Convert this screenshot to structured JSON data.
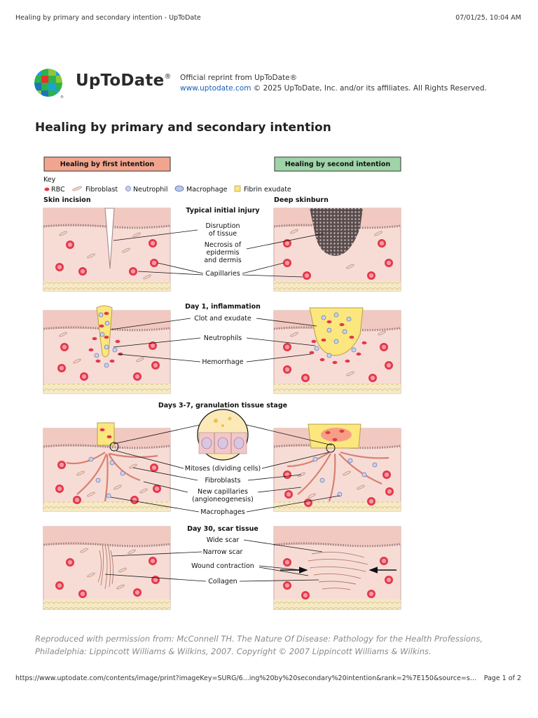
{
  "print_header": {
    "page_title": "Healing by primary and secondary intention - UpToDate",
    "datetime": "07/01/25, 10:04 AM"
  },
  "brand": {
    "name": "UpToDate",
    "registered": "®",
    "reprint_line": "Official reprint from UpToDate®",
    "site_link": "www.uptodate.com",
    "copyright": " © 2025 UpToDate, Inc. and/or its affiliates. All Rights Reserved."
  },
  "page_title": "Healing by primary and secondary intention",
  "figure": {
    "header_first": "Healing by first intention",
    "header_second": "Healing by second intention",
    "key_title": "Key",
    "key_items": [
      "RBC",
      "Fibroblast",
      "Neutrophil",
      "Macrophage",
      "Fibrin exudate"
    ],
    "left_column_title": "Skin incision",
    "right_column_title": "Deep skinburn",
    "stages": [
      {
        "title": "Typical initial injury",
        "labels": [
          "Disruption of tissue",
          "Necrosis of epidermis and dermis",
          "Capillaries"
        ]
      },
      {
        "title": "Day 1, inflammation",
        "labels": [
          "Clot and exudate",
          "Neutrophils",
          "Hemorrhage"
        ]
      },
      {
        "title": "Days 3-7, granulation tissue stage",
        "labels": [
          "Mitoses (dividing cells)",
          "Fibroblasts",
          "New capillaries (angioneogenesis)",
          "Macrophages"
        ]
      },
      {
        "title": "Day 30, scar tissue",
        "labels": [
          "Wide scar",
          "Narrow scar",
          "Wound contraction",
          "Collagen"
        ]
      }
    ],
    "label_lines": {
      "disruption": [
        "Disruption",
        "of tissue"
      ],
      "necrosis": [
        "Necrosis of",
        "epidermis",
        "and dermis"
      ],
      "new_capillaries": [
        "New capillaries",
        "(angioneogenesis)"
      ]
    }
  },
  "caption": "Reproduced with permission from: McConnell TH. The Nature Of Disease: Pathology for the Health Professions, Philadelphia: Lippincott Williams & Wilkins, 2007. Copyright © 2007 Lippincott Williams & Wilkins.",
  "footer": {
    "url": "https://www.uptodate.com/contents/image/print?imageKey=SURG/6...ing%20by%20secondary%20intention&rank=2%7E150&source=see_link",
    "page": "Page 1 of 2"
  },
  "colors": {
    "first_header_fill": "#f2a58e",
    "second_header_fill": "#9fd4a8",
    "skin": "#f7dcd6",
    "rbc": "#e4384a",
    "fibrin": "#fbe77e"
  }
}
